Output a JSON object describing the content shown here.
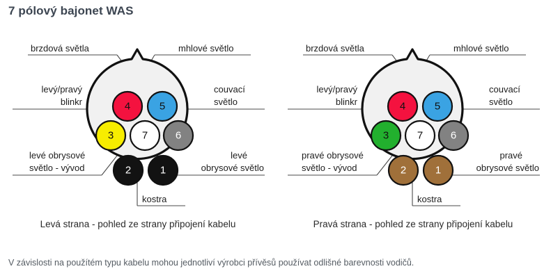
{
  "title": "7 pólový bajonet WAS",
  "footnote": "V závislosti na použítém typu kabelu mohou jednotliví výrobci přívěsů používat odlišné barevnosti vodičů.",
  "colors": {
    "red": "#f4123f",
    "blue": "#3aa3e3",
    "yellow": "#f7ed00",
    "gray": "#828282",
    "black": "#121212",
    "white": "#ffffff",
    "green": "#22b02e",
    "brown": "#a0703a",
    "body_fill": "#f1f1f1",
    "outline": "#111111",
    "title": "#3c4551",
    "footnote": "#555c63"
  },
  "diagrams": [
    {
      "id": "left",
      "caption": "Levá strana - pohled ze strany připojení kabelu",
      "labels": {
        "top_left": "brzdová světla",
        "top_right": "mhlové světlo",
        "mid_left_line1": "levý/pravý",
        "mid_left_line2": "blinkr",
        "mid_right_line1": "couvací",
        "mid_right_line2": "světlo",
        "bottom_left_line1": "levé obrysové",
        "bottom_left_line2": "světlo - vývod",
        "bottom_right_line1": "levé",
        "bottom_right_line2": "obrysové světlo",
        "ground": "kostra"
      },
      "pins": [
        {
          "number": "4",
          "color_name": "red",
          "color": "#f4123f",
          "text": "dark",
          "position": "top-left"
        },
        {
          "number": "5",
          "color_name": "blue",
          "color": "#3aa3e3",
          "text": "dark",
          "position": "top-right"
        },
        {
          "number": "3",
          "color_name": "yellow",
          "color": "#f7ed00",
          "text": "dark",
          "position": "mid-left"
        },
        {
          "number": "7",
          "color_name": "white",
          "color": "#ffffff",
          "text": "dark",
          "position": "center"
        },
        {
          "number": "6",
          "color_name": "gray",
          "color": "#828282",
          "text": "light",
          "position": "mid-right"
        },
        {
          "number": "2",
          "color_name": "black",
          "color": "#121212",
          "text": "light",
          "position": "bottom-left"
        },
        {
          "number": "1",
          "color_name": "black",
          "color": "#121212",
          "text": "light",
          "position": "bottom-right"
        }
      ]
    },
    {
      "id": "right",
      "caption": "Pravá strana - pohled ze strany připojení kabelu",
      "labels": {
        "top_left": "brzdová světla",
        "top_right": "mhlové světlo",
        "mid_left_line1": "levý/pravý",
        "mid_left_line2": "blinkr",
        "mid_right_line1": "couvací",
        "mid_right_line2": "světlo",
        "bottom_left_line1": "pravé obrysové",
        "bottom_left_line2": "světlo - vývod",
        "bottom_right_line1": "pravé",
        "bottom_right_line2": "obrysové světlo",
        "ground": "kostra"
      },
      "pins": [
        {
          "number": "4",
          "color_name": "red",
          "color": "#f4123f",
          "text": "dark",
          "position": "top-left"
        },
        {
          "number": "5",
          "color_name": "blue",
          "color": "#3aa3e3",
          "text": "dark",
          "position": "top-right"
        },
        {
          "number": "3",
          "color_name": "green",
          "color": "#22b02e",
          "text": "dark",
          "position": "mid-left"
        },
        {
          "number": "7",
          "color_name": "white",
          "color": "#ffffff",
          "text": "dark",
          "position": "center"
        },
        {
          "number": "6",
          "color_name": "gray",
          "color": "#828282",
          "text": "light",
          "position": "mid-right"
        },
        {
          "number": "2",
          "color_name": "brown",
          "color": "#a0703a",
          "text": "light",
          "position": "bottom-left"
        },
        {
          "number": "1",
          "color_name": "brown",
          "color": "#a0703a",
          "text": "light",
          "position": "bottom-right"
        }
      ]
    }
  ]
}
